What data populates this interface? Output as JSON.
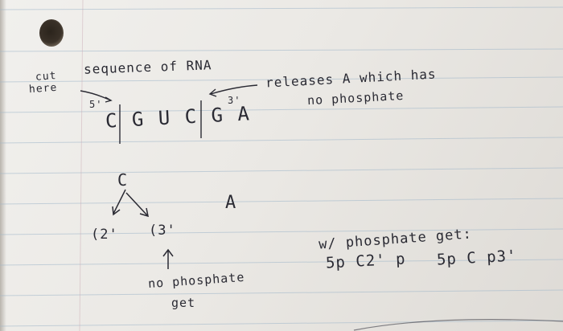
{
  "notes": {
    "cut_here": [
      "cut",
      "here"
    ],
    "sequence_title": "sequence   of   RNA",
    "five_prime": "5'",
    "three_prime": "3'",
    "sequence": "C G U C G A",
    "releases_line1": "releases A which has",
    "releases_line2": "no phosphate",
    "c_label": "C",
    "two_prime": "(2'",
    "three_prime_paren": "(3'",
    "a_label": "A",
    "no_phosphate_line1": "no phosphate",
    "no_phosphate_line2": "get",
    "with_phosphate": "w/ phosphate get:",
    "products": [
      "5p C2' p",
      "5p C p3'"
    ]
  }
}
